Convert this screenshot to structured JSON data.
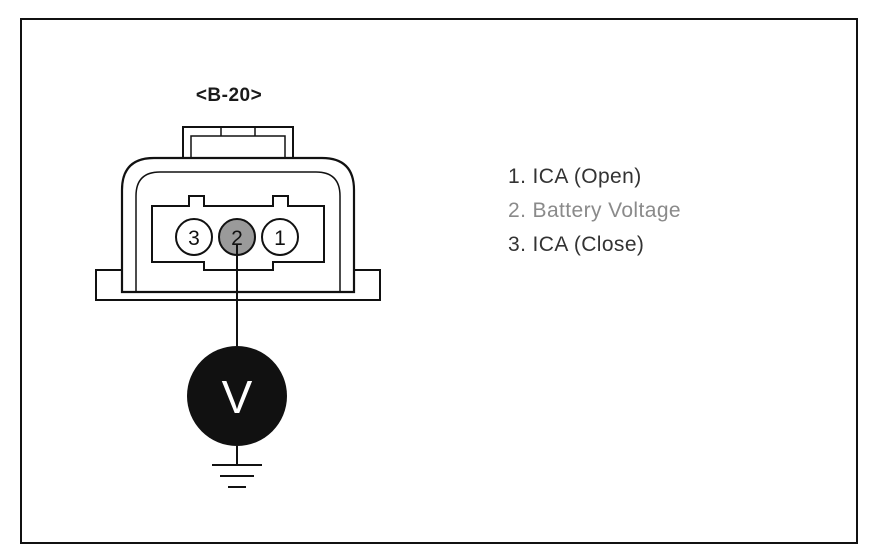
{
  "connector": {
    "label": "<B-20>"
  },
  "pins": [
    {
      "number": "3",
      "highlighted": false
    },
    {
      "number": "2",
      "highlighted": true
    },
    {
      "number": "1",
      "highlighted": false
    }
  ],
  "meter": {
    "letter": "V"
  },
  "legend": [
    {
      "text": "1. ICA (Open)",
      "color": "#333333"
    },
    {
      "text": "2. Battery Voltage",
      "color": "#8a8a8a"
    },
    {
      "text": "3. ICA (Close)",
      "color": "#333333"
    }
  ],
  "colors": {
    "line": "#111111",
    "pin_highlight": "#9a9a9a",
    "meter_fill": "#111111"
  }
}
